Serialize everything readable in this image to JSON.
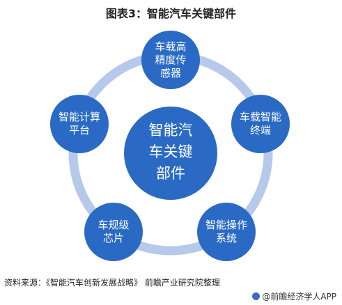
{
  "title": "图表3：智能汽车关键部件",
  "center": {
    "label": "智能汽车关键部件",
    "color": "#2a6ac5"
  },
  "nodes": [
    {
      "id": "sensor",
      "label": "车载高精度传感器",
      "color": "#2a6ac5"
    },
    {
      "id": "terminal",
      "label": "车载智能终端",
      "color": "#2a6ac5"
    },
    {
      "id": "os",
      "label": "智能操作系统",
      "color": "#2a6ac5"
    },
    {
      "id": "chip",
      "label": "车规级芯片",
      "color": "#2a6ac5"
    },
    {
      "id": "platform",
      "label": "智能计算平台",
      "color": "#2a6ac5"
    }
  ],
  "ring_color": "#b7c9ea",
  "source": "资料来源：《智能汽车创新发展战略》 前瞻产业研究院整理",
  "brand": "@前瞻经济学人APP"
}
